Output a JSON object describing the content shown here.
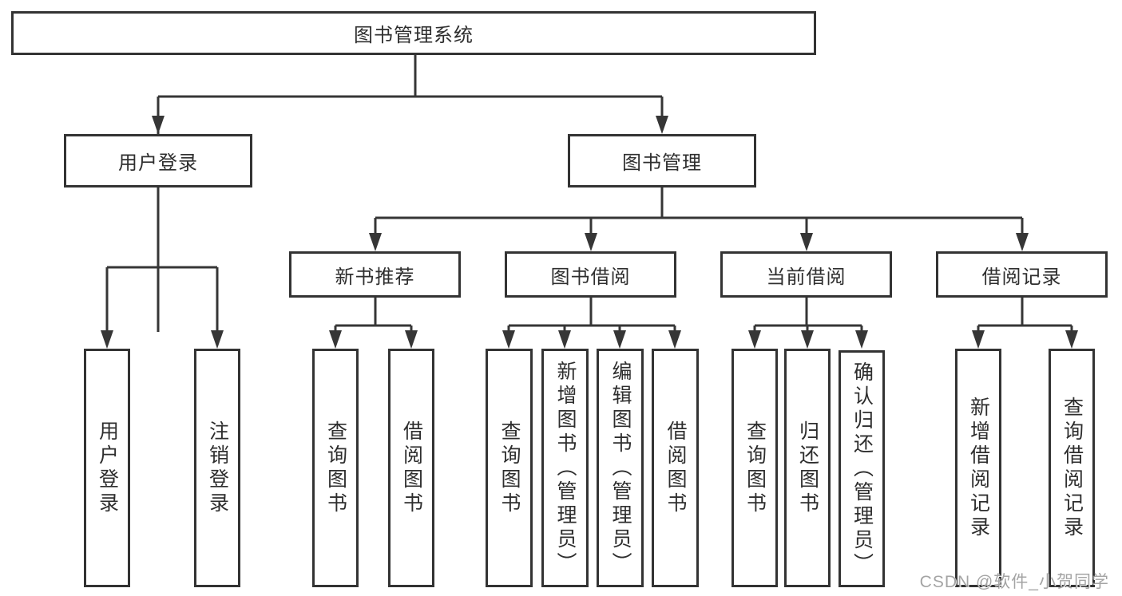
{
  "diagram": {
    "root": {
      "label": "图书管理系统"
    },
    "branches": [
      {
        "label": "用户登录",
        "children": [
          {
            "label": "用户登录"
          },
          {
            "label": "注销登录"
          }
        ]
      },
      {
        "label": "图书管理",
        "children": [
          {
            "label": "新书推荐",
            "children": [
              {
                "label": "查询图书"
              },
              {
                "label": "借阅图书"
              }
            ]
          },
          {
            "label": "图书借阅",
            "children": [
              {
                "label": "查询图书"
              },
              {
                "label": "新增图书（管理员）"
              },
              {
                "label": "编辑图书（管理员）"
              },
              {
                "label": "借阅图书"
              }
            ]
          },
          {
            "label": "当前借阅",
            "children": [
              {
                "label": "查询图书"
              },
              {
                "label": "归还图书"
              },
              {
                "label": "确认归还（管理员）"
              }
            ]
          },
          {
            "label": "借阅记录",
            "children": [
              {
                "label": "新增借阅记录"
              },
              {
                "label": "查询借阅记录"
              }
            ]
          }
        ]
      }
    ],
    "line_color": "#363636",
    "watermark": "CSDN @软件_小贺同学"
  }
}
